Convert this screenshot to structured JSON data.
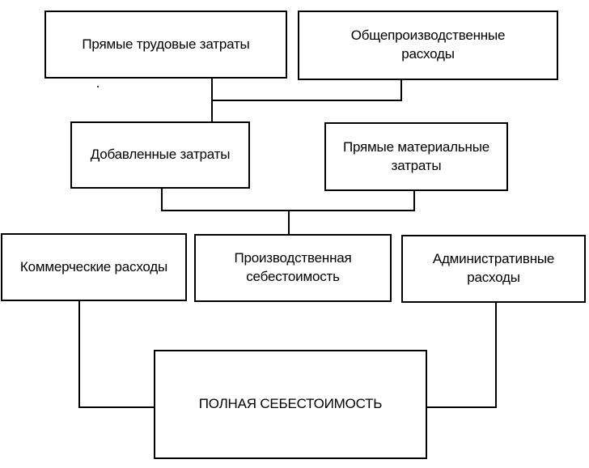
{
  "diagram": {
    "boxes": {
      "direct_labor": "Прямые трудовые затраты",
      "overhead": "Общепроизводственные расходы",
      "value_added": "Добавленные затраты",
      "direct_materials": "Прямые материальные затраты",
      "commercial": "Коммерческие расходы",
      "production_cost": "Производственная себестоимость",
      "administrative": "Административные расходы",
      "full_cost": "ПОЛНАЯ СЕБЕСТОИМОСТЬ"
    }
  }
}
